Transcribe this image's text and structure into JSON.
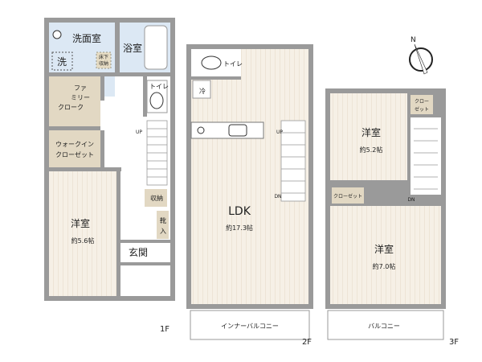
{
  "floor1": {
    "label": "1F",
    "rooms": {
      "washroom": "洗面室",
      "washer": "洗",
      "underfloor_storage": [
        "床下",
        "収納"
      ],
      "bathroom": "浴室",
      "toilet": "トイレ",
      "family_closet": [
        "ファ",
        "ミリー",
        "クローク"
      ],
      "walk_in_closet": [
        "ウォークイン",
        "クローゼット"
      ],
      "western_room": "洋室",
      "western_room_size": "約5.6帖",
      "storage": "収納",
      "shoe_storage": [
        "靴",
        "入"
      ],
      "entrance": "玄関",
      "stairs_up": "UP"
    }
  },
  "floor2": {
    "label": "2F",
    "rooms": {
      "toilet": "トイレ",
      "fridge": "冷",
      "ldk": "LDK",
      "ldk_size": "約17.3帖",
      "stairs_up": "UP",
      "stairs_down": "DN",
      "balcony": "インナーバルコニー"
    }
  },
  "floor3": {
    "label": "3F",
    "rooms": {
      "room1": "洋室",
      "room1_size": "約5.2帖",
      "closet_small": [
        "クロー",
        "ゼット"
      ],
      "closet": "クローゼット",
      "room2": "洋室",
      "room2_size": "約7.0帖",
      "stairs_down": "DN",
      "balcony": "バルコニー"
    }
  },
  "compass": {
    "north": "N"
  }
}
